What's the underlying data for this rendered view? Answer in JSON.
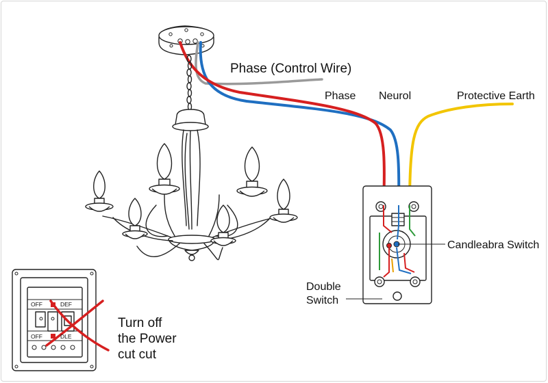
{
  "labels": {
    "phase_control": "Phase (Control Wire)",
    "phase": "Phase",
    "neutral": "Neurol",
    "earth": "Protective Earth",
    "candelabra_switch": "Candleabra Switch",
    "double_switch_line1": "Double",
    "double_switch_line2": "Switch",
    "power_line1": "Turn off",
    "power_line2": "the Power",
    "power_line3": "cut cut"
  },
  "breaker_panel": {
    "row1_left": "OFF",
    "row1_right": "DEF",
    "row2_left": "OFF",
    "row2_right": "DLE"
  },
  "colors": {
    "phase_wire": "#d62020",
    "neutral_wire": "#1f6fc1",
    "earth_wire": "#f2c500",
    "control_wire": "#9a9a9a",
    "green_wire": "#2e9a3a",
    "cross_mark": "#d62020"
  },
  "icons": [
    "ceiling-rose-icon",
    "chandelier-icon",
    "wall-switch-icon",
    "breaker-panel-icon",
    "red-cross-icon"
  ]
}
